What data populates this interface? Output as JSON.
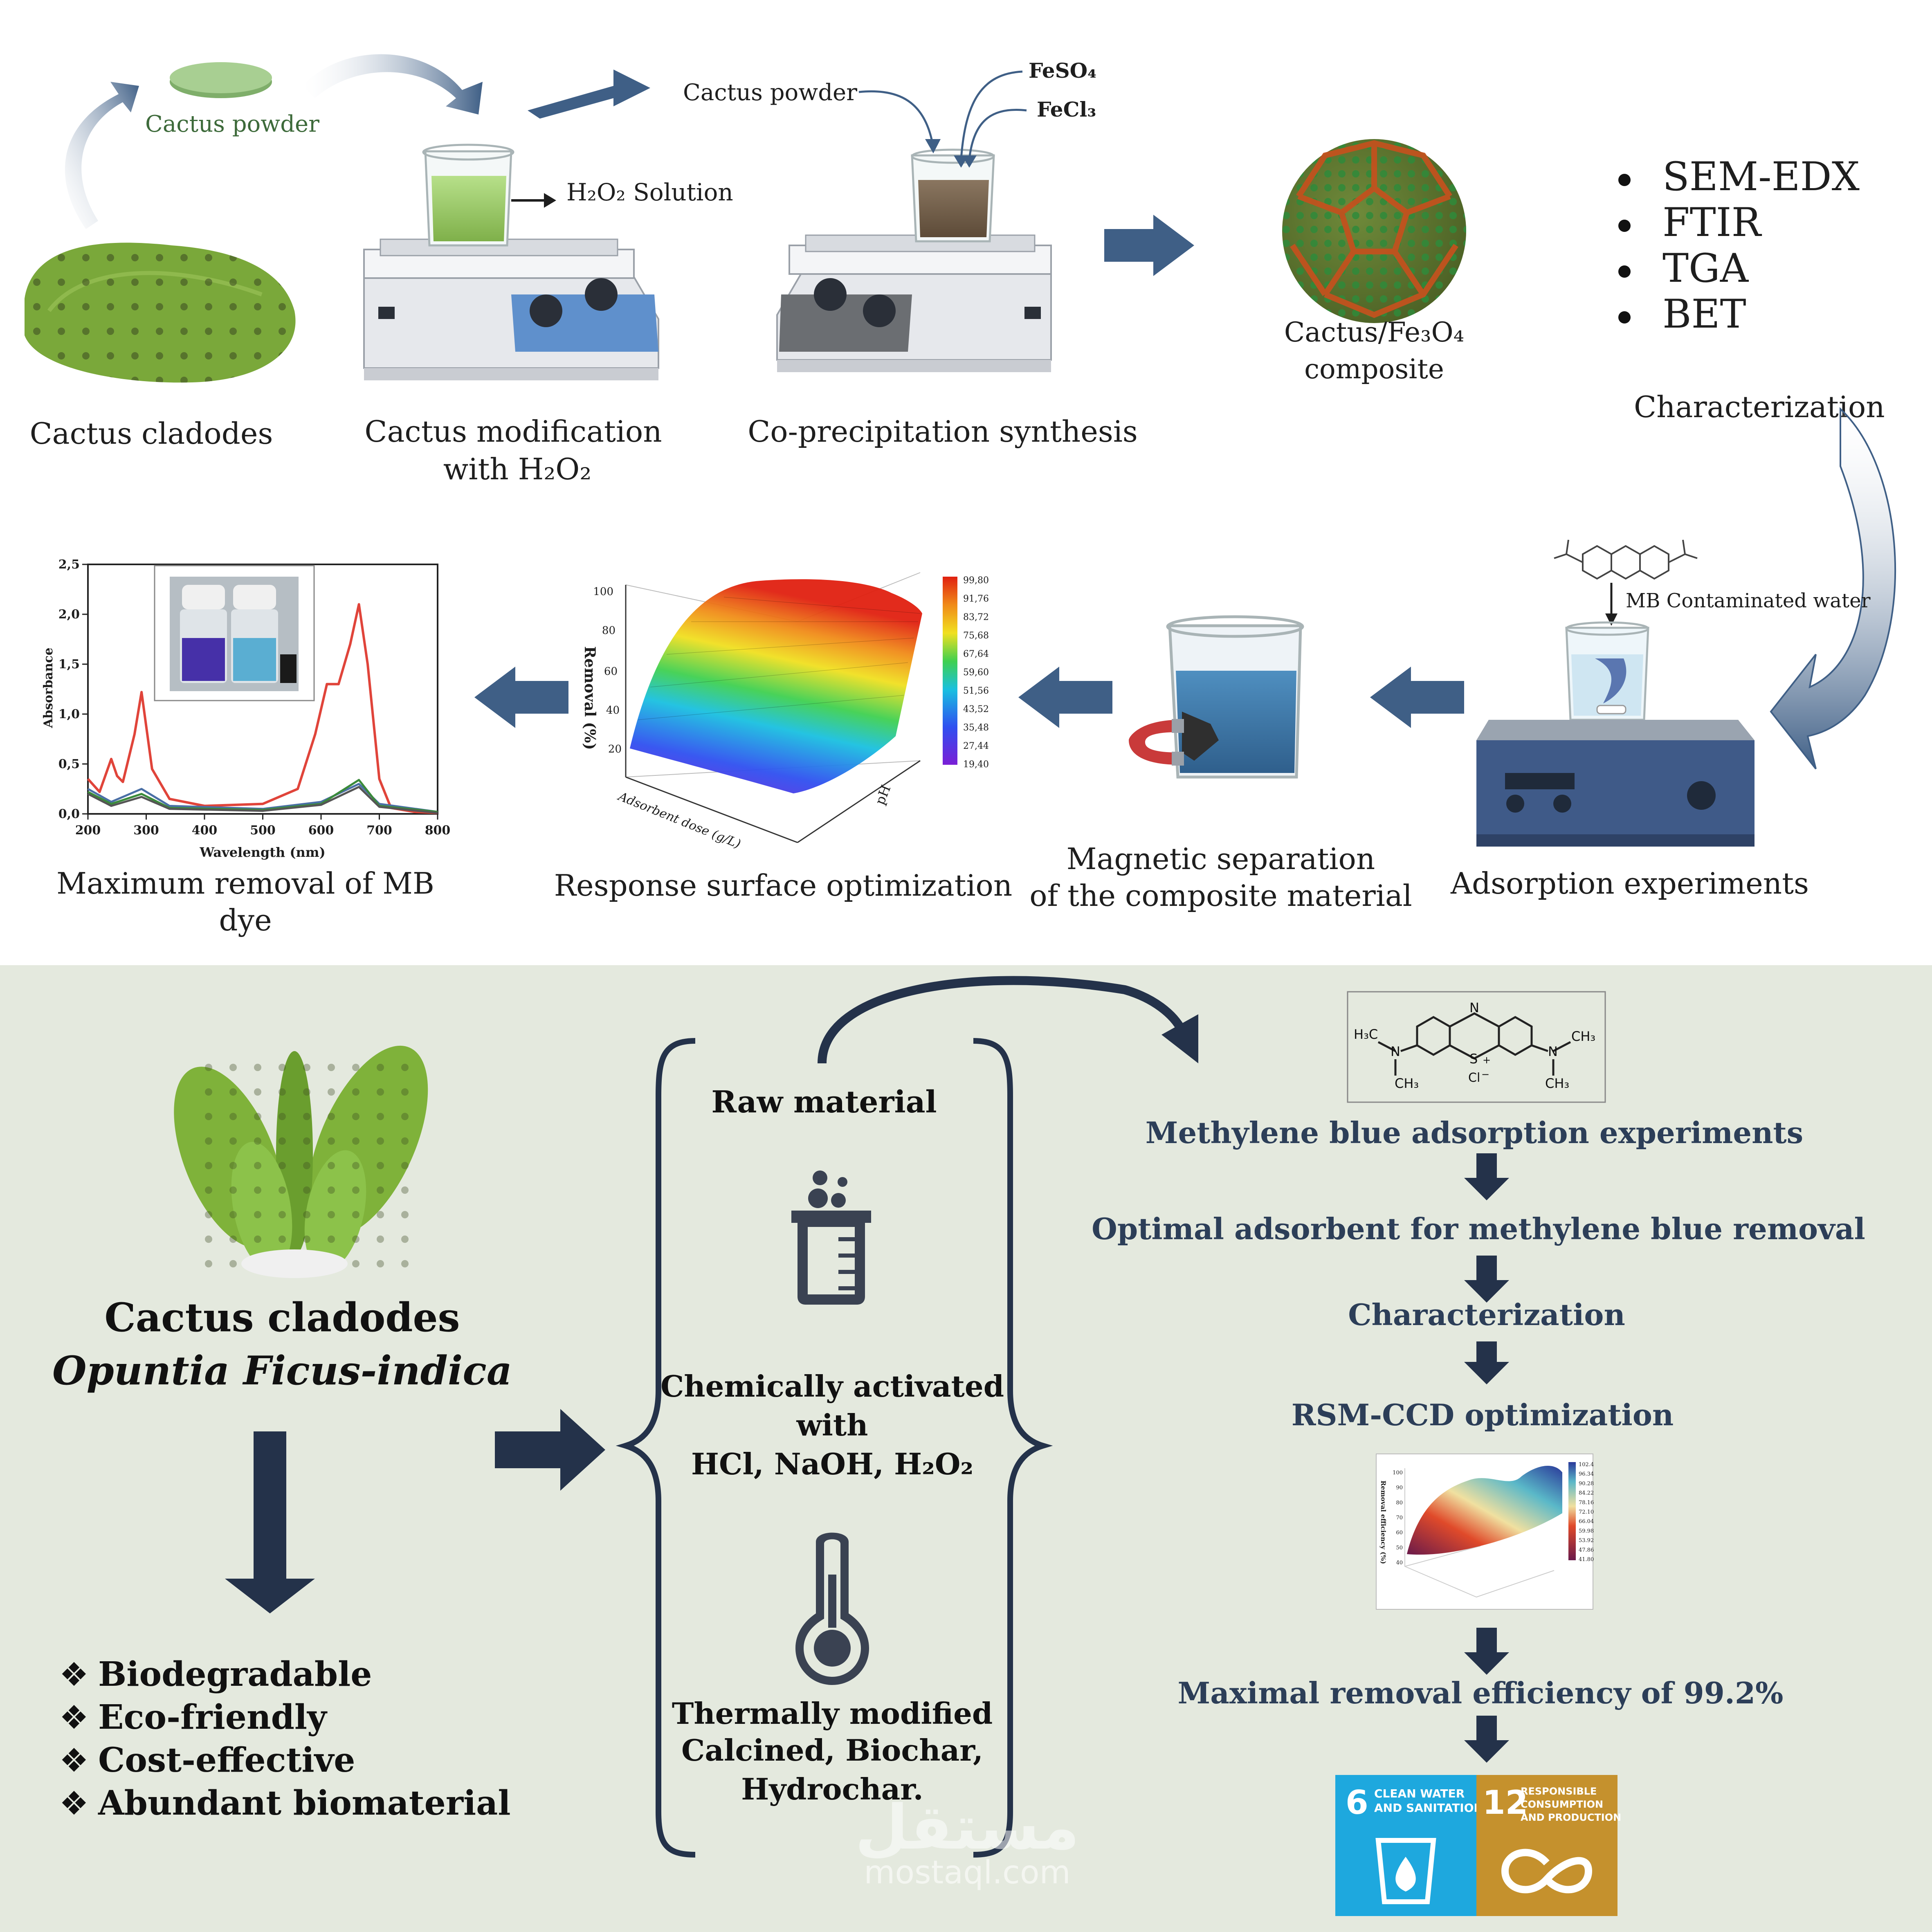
{
  "colors": {
    "arrow_blue": "#3f5f86",
    "arrow_navy": "#24324a",
    "bottom_bg": "#e4e9de",
    "label_blue": "#2c3e58",
    "cactus_green": "#7aa83a",
    "sdg6_blue": "#1ea8de",
    "sdg12_gold": "#c5912d"
  },
  "top": {
    "cactus_powder_label": "Cactus powder",
    "cactus_cladodes": "Cactus cladodes",
    "modification_line1": "Cactus modification",
    "modification_line2": "with H₂O₂",
    "h2o2_solution": "H₂O₂ Solution",
    "coprec_powder": "Cactus powder",
    "feso4": "FeSO₄",
    "fecl3": "FeCl₃",
    "coprec_title": "Co-precipitation synthesis",
    "composite_line1": "Cactus/Fe₃O₄",
    "composite_line2": "composite",
    "characterization_items": [
      "SEM-EDX",
      "FTIR",
      "TGA",
      "BET"
    ],
    "characterization_title": "Characterization",
    "mb_water": "MB Contaminated water",
    "adsorption_title": "Adsorption experiments",
    "magnetic_line1": "Magnetic separation",
    "magnetic_line2": "of the composite material",
    "rsm_title": "Response surface optimization",
    "maxrem_line1": "Maximum removal of MB",
    "maxrem_line2": "dye"
  },
  "rsm_plot": {
    "ylabel": "Removal (%)",
    "xlabel": "Adsorbent dose (g/L)",
    "zlabel": "pH",
    "yticks": [
      "100",
      "80",
      "60",
      "40",
      "20"
    ],
    "colorbar": [
      "99,80",
      "91,76",
      "83,72",
      "75,68",
      "67,64",
      "59,60",
      "51,56",
      "43,52",
      "35,48",
      "27,44",
      "19,40"
    ]
  },
  "chart_data": {
    "type": "line",
    "xlabel": "Wavelength (nm)",
    "ylabel": "Absorbance",
    "xlim": [
      200,
      800
    ],
    "ylim": [
      0,
      2.5
    ],
    "x_ticks": [
      "200",
      "300",
      "400",
      "500",
      "600",
      "700",
      "800"
    ],
    "y_ticks": [
      "0,0",
      "0,5",
      "1,0",
      "1,5",
      "2,0",
      "2,5"
    ],
    "series": [
      {
        "color": "#e0443a",
        "x": [
          200,
          220,
          240,
          250,
          260,
          280,
          292,
          310,
          340,
          400,
          500,
          560,
          590,
          610,
          630,
          650,
          665,
          680,
          700,
          720,
          760,
          800
        ],
        "values": [
          0.35,
          0.22,
          0.55,
          0.38,
          0.32,
          0.8,
          1.22,
          0.45,
          0.15,
          0.08,
          0.1,
          0.25,
          0.8,
          1.3,
          1.3,
          1.7,
          2.1,
          1.5,
          0.35,
          0.06,
          0.02,
          0.01
        ]
      },
      {
        "color": "#4a6fa5",
        "x": [
          200,
          240,
          292,
          340,
          500,
          600,
          665,
          700,
          800
        ],
        "values": [
          0.25,
          0.12,
          0.25,
          0.08,
          0.05,
          0.12,
          0.3,
          0.1,
          0.02
        ]
      },
      {
        "color": "#3a8a3a",
        "x": [
          200,
          240,
          292,
          340,
          500,
          600,
          665,
          700,
          800
        ],
        "values": [
          0.22,
          0.1,
          0.2,
          0.06,
          0.04,
          0.1,
          0.34,
          0.08,
          0.02
        ]
      },
      {
        "color": "#555555",
        "x": [
          200,
          240,
          292,
          340,
          500,
          600,
          665,
          700,
          800
        ],
        "values": [
          0.2,
          0.08,
          0.17,
          0.05,
          0.03,
          0.09,
          0.27,
          0.07,
          0.01
        ]
      }
    ]
  },
  "bottom": {
    "cactus_title": "Cactus cladodes",
    "cactus_species": "Opuntia Ficus-indica",
    "properties": [
      "Biodegradable",
      "Eco-friendly",
      "Cost-effective",
      "Abundant biomaterial"
    ],
    "raw_material": "Raw material",
    "chem_line1": "Chemically activated",
    "chem_line2": "with",
    "chem_line3": "HCl, NaOH, H₂O₂",
    "thermal_line1": "Thermally modified",
    "thermal_line2": "Calcined, Biochar,",
    "thermal_line3": "Hydrochar.",
    "flow_steps": [
      "Methylene blue adsorption experiments",
      "Optimal adsorbent for methylene blue removal",
      "Characterization",
      "RSM-CCD optimization"
    ],
    "final_step": "Maximal removal efficiency of 99.2%",
    "mb_atoms": {
      "h3c": "H₃C",
      "n_left": "N",
      "ch3_left": "CH₃",
      "n_top": "N",
      "s": "S",
      "plus": "+",
      "cl": "Cl",
      "minus": "−",
      "n_right": "N",
      "ch3_right_top": "CH₃",
      "ch3_right_bottom": "CH₃"
    },
    "mini_rsm_ylabel": "Removal efficiency (%)",
    "mini_rsm_yticks": [
      "100",
      "90",
      "80",
      "70",
      "60",
      "50",
      "40"
    ],
    "mini_rsm_colorbar": [
      "102.4",
      "96.34",
      "90.28",
      "84.22",
      "78.16",
      "72.10",
      "66.04",
      "59.98",
      "53.92",
      "47.86",
      "41.80"
    ],
    "sdg6_number": "6",
    "sdg6_text1": "CLEAN WATER",
    "sdg6_text2": "AND SANITATION",
    "sdg12_number": "12",
    "sdg12_text1": "RESPONSIBLE",
    "sdg12_text2": "CONSUMPTION",
    "sdg12_text3": "AND PRODUCTION",
    "watermark_arabic": "مستقل",
    "watermark_latin": "mostaql.com"
  }
}
